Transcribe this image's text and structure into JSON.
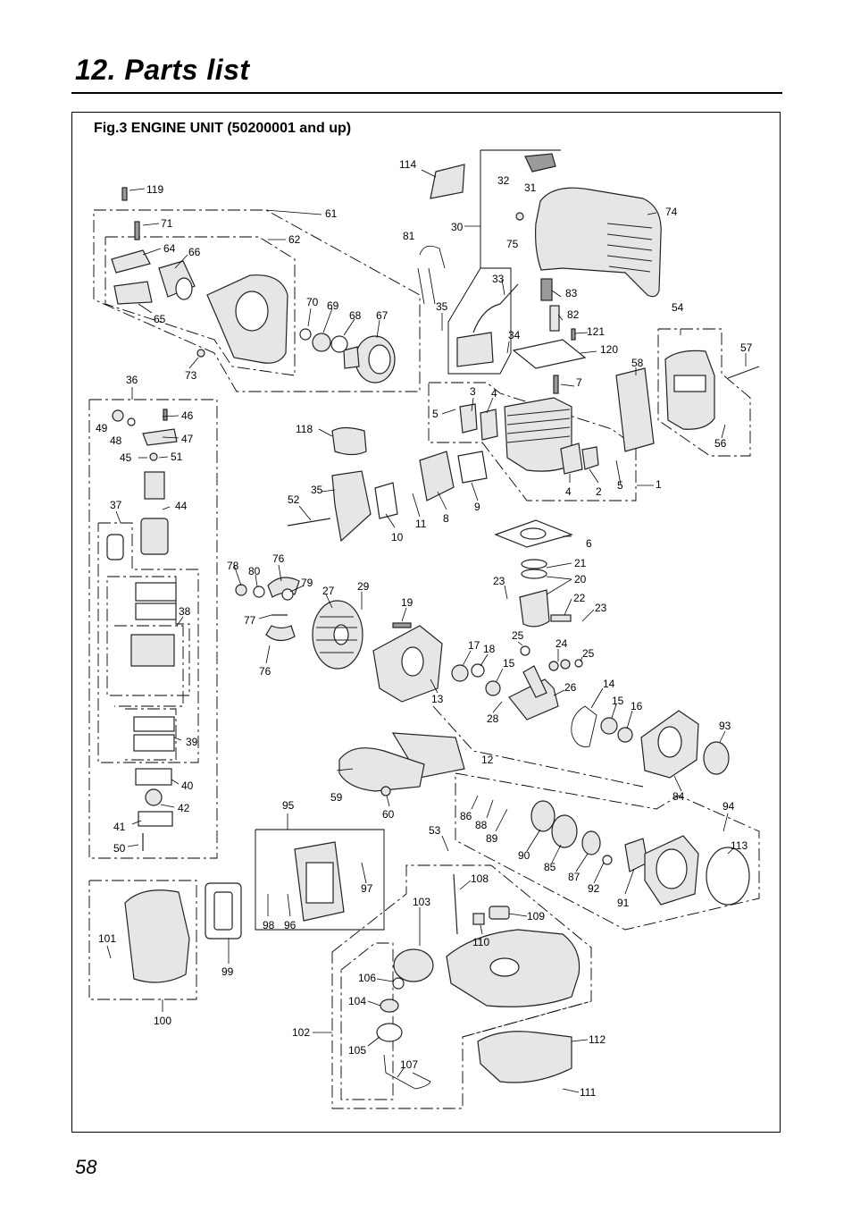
{
  "page": {
    "title": "12. Parts list",
    "page_number": "58"
  },
  "figure": {
    "caption": "Fig.3 ENGINE UNIT  (50200001 and up)"
  }
}
